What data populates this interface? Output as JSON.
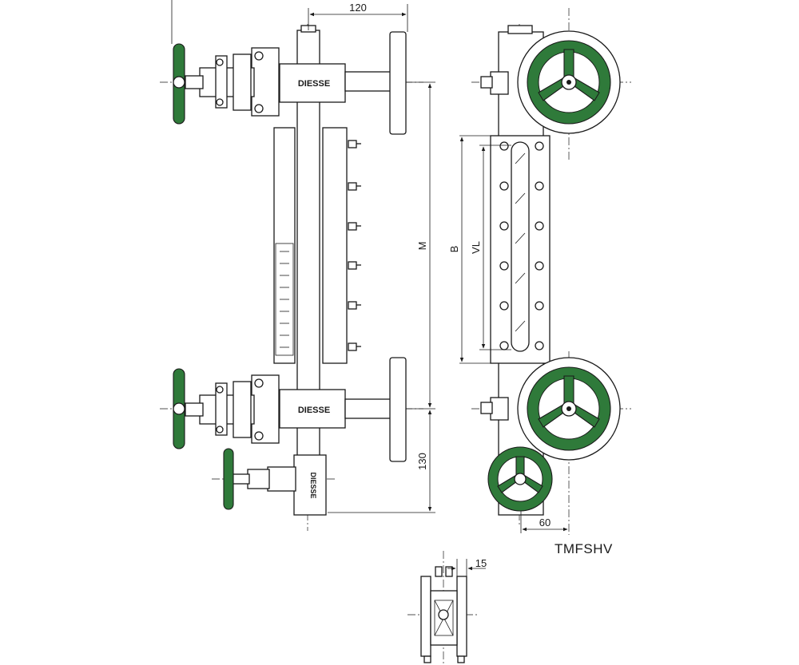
{
  "dimensions": {
    "top_width": "120",
    "center_distance": "M",
    "drain_offset": "130",
    "overall_glass": "B",
    "visible_length": "VL",
    "side_offset": "60",
    "section_width": "15"
  },
  "brand_labels": {
    "top_block": "DIESSE",
    "bottom_block": "DIESSE",
    "drain_valve": "DIESSE"
  },
  "model_code": "TMFSHV",
  "colors": {
    "handwheel": "#2f7a3a",
    "line": "#1a1a1a",
    "background": "#ffffff"
  }
}
